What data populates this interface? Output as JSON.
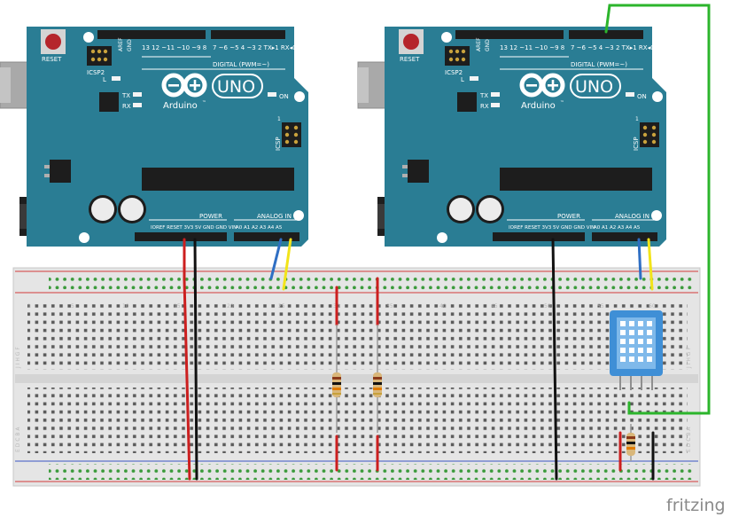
{
  "watermark": "fritzing",
  "boards": [
    {
      "reset": "RESET",
      "icsp2": "ICSP2",
      "aref": "AREF",
      "gnd": "GND",
      "digital_nums": "13 12 ~11 ~10 ~9 8",
      "digital_nums2": "7 ~6 ~5 4 ~3 2 TX▸1 RX◂0",
      "digital_label": "DIGITAL (PWM=~)",
      "l": "L",
      "tx": "TX",
      "rx": "RX",
      "on": "ON",
      "model": "UNO",
      "brand": "Arduino",
      "tm": "™",
      "icsp": "ICSP",
      "icsp_one": "1",
      "power_label": "POWER",
      "power_pins": "IOREF RESET 3V3 5V GND GND VIN",
      "analog_label": "ANALOG IN",
      "analog_pins": "A0 A1 A2 A3 A4 A5"
    },
    {
      "reset": "RESET",
      "icsp2": "ICSP2",
      "aref": "AREF",
      "gnd": "GND",
      "digital_nums": "13 12 ~11 ~10 ~9 8",
      "digital_nums2": "7 ~6 ~5 4 ~3 2 TX▸1 RX◂0",
      "digital_label": "DIGITAL (PWM=~)",
      "l": "L",
      "tx": "TX",
      "rx": "RX",
      "on": "ON",
      "model": "UNO",
      "brand": "Arduino",
      "tm": "™",
      "icsp": "ICSP",
      "icsp_one": "1",
      "power_label": "POWER",
      "power_pins": "IOREF RESET 3V3 5V GND GND VIN",
      "analog_label": "ANALOG IN",
      "analog_pins": "A0 A1 A2 A3 A4 A5"
    }
  ],
  "breadboard": {
    "column_numbers": [
      "1",
      "5",
      "10",
      "15",
      "20",
      "25",
      "30",
      "35",
      "40",
      "45",
      "50",
      "55",
      "60"
    ],
    "rows_top": "J I H G F",
    "rows_bottom": "E D C B A"
  },
  "colors": {
    "board": "#2a7d94",
    "wire_red": "#cc1f1f",
    "wire_black": "#111111",
    "wire_blue": "#2f6fc4",
    "wire_yellow": "#f2e41a",
    "wire_green": "#2cb52c",
    "sensor": "#3f8fd6"
  }
}
